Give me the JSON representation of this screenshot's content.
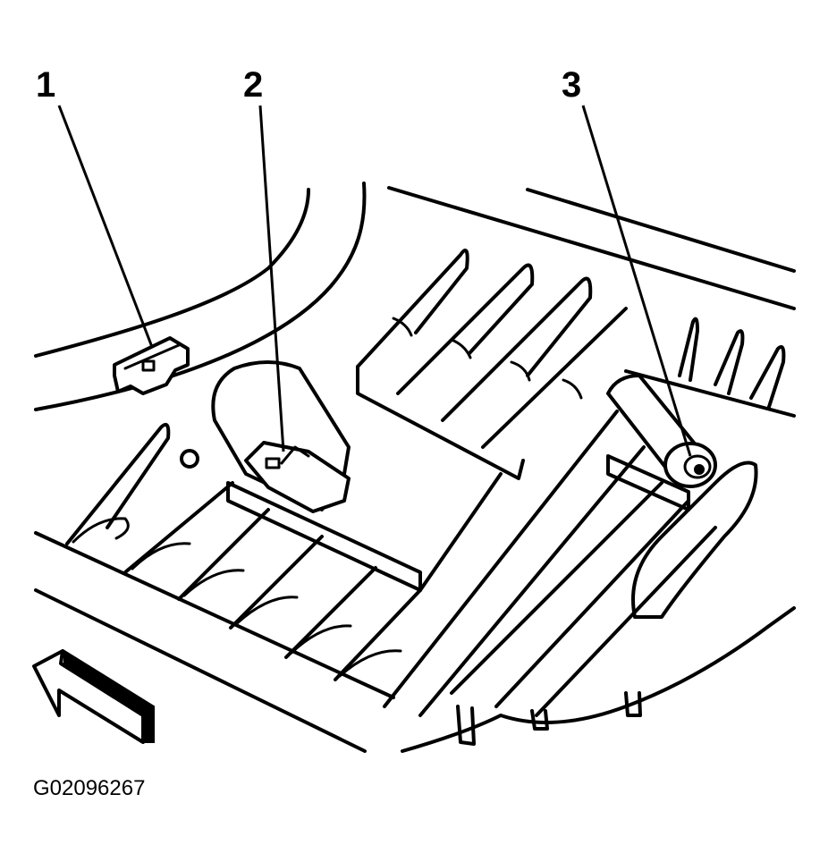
{
  "callouts": [
    {
      "number": "1"
    },
    {
      "number": "2"
    },
    {
      "number": "3"
    }
  ],
  "figure_id": "G02096267",
  "icons": [
    "front-direction-arrow-icon",
    "retaining-clip-icon",
    "fastener-nut-icon"
  ]
}
